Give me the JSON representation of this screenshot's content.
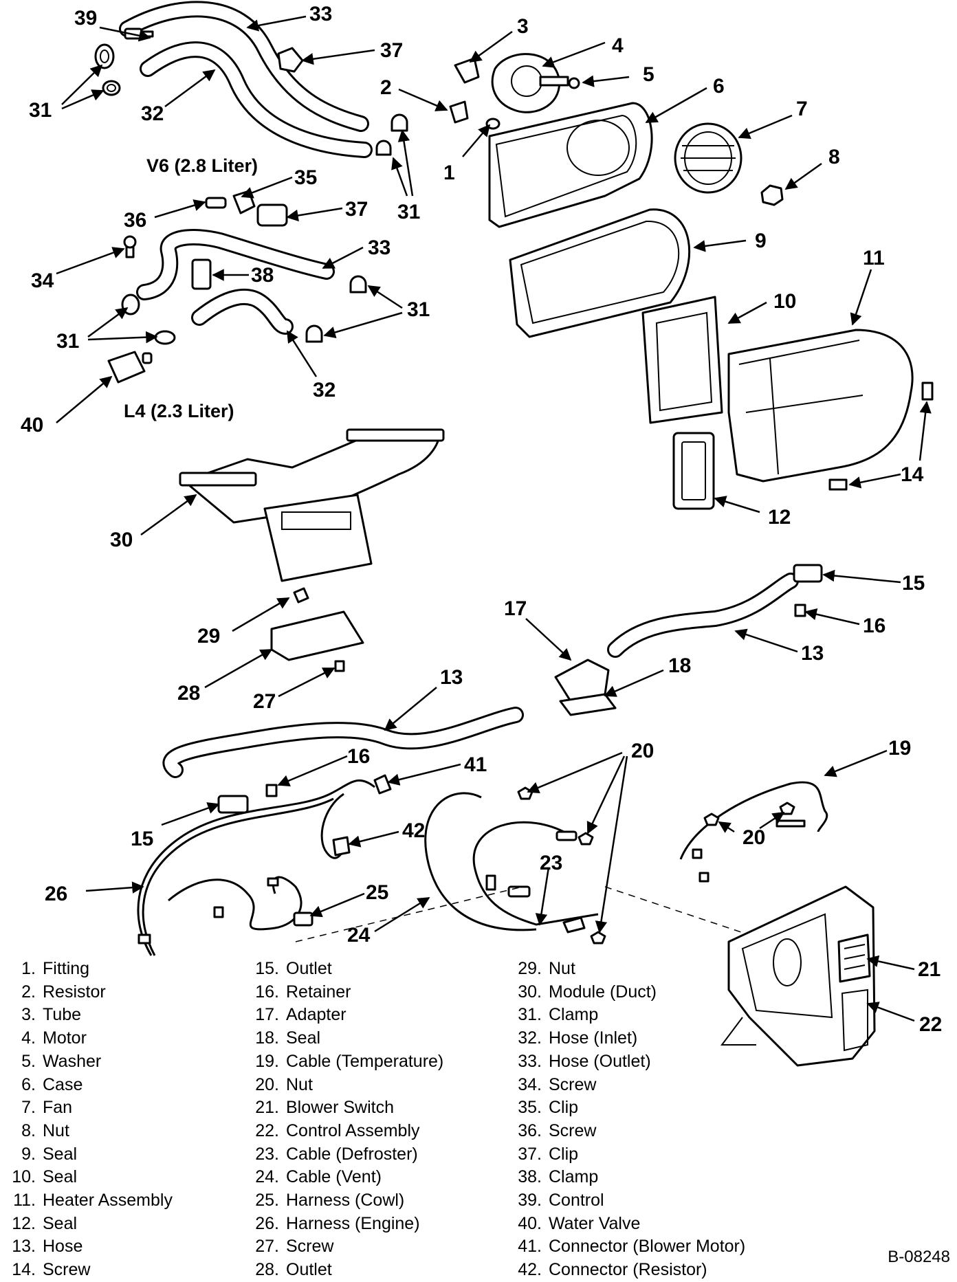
{
  "labels": {
    "engine_v6": "V6 (2.8 Liter)",
    "engine_l4": "L4 (2.3 Liter)",
    "figure_id": "B-08248"
  },
  "callouts": [
    {
      "key": "v6-control",
      "text": "39"
    },
    {
      "key": "v6-hose-outlet",
      "text": "33"
    },
    {
      "key": "v6-clip",
      "text": "37"
    },
    {
      "key": "v6-clamp-left",
      "text": "31"
    },
    {
      "key": "v6-hose-inlet",
      "text": "32"
    },
    {
      "key": "v6-clamp-right",
      "text": "31"
    },
    {
      "key": "l4-clip",
      "text": "35"
    },
    {
      "key": "l4-screw",
      "text": "36"
    },
    {
      "key": "l4-clip2",
      "text": "37"
    },
    {
      "key": "l4-screw2",
      "text": "34"
    },
    {
      "key": "l4-hose-outlet",
      "text": "33"
    },
    {
      "key": "l4-clamp",
      "text": "38"
    },
    {
      "key": "l4-clamp-left",
      "text": "31"
    },
    {
      "key": "l4-clamp-right",
      "text": "31"
    },
    {
      "key": "l4-hose-inlet",
      "text": "32"
    },
    {
      "key": "l4-water-valve",
      "text": "40"
    },
    {
      "key": "tube",
      "text": "3"
    },
    {
      "key": "motor",
      "text": "4"
    },
    {
      "key": "washer",
      "text": "5"
    },
    {
      "key": "resistor",
      "text": "2"
    },
    {
      "key": "case",
      "text": "6"
    },
    {
      "key": "fitting",
      "text": "1"
    },
    {
      "key": "fan",
      "text": "7"
    },
    {
      "key": "nut",
      "text": "8"
    },
    {
      "key": "seal-9",
      "text": "9"
    },
    {
      "key": "heater-assembly",
      "text": "11"
    },
    {
      "key": "seal-10",
      "text": "10"
    },
    {
      "key": "screw-14",
      "text": "14"
    },
    {
      "key": "seal-12",
      "text": "12"
    },
    {
      "key": "module-duct",
      "text": "30"
    },
    {
      "key": "nut-29",
      "text": "29"
    },
    {
      "key": "outlet-28",
      "text": "28"
    },
    {
      "key": "screw-27",
      "text": "27"
    },
    {
      "key": "outlet-15-right",
      "text": "15"
    },
    {
      "key": "retainer-16-right",
      "text": "16"
    },
    {
      "key": "adapter",
      "text": "17"
    },
    {
      "key": "hose-13-right",
      "text": "13"
    },
    {
      "key": "seal-18",
      "text": "18"
    },
    {
      "key": "hose-13-left",
      "text": "13"
    },
    {
      "key": "retainer-16-left",
      "text": "16"
    },
    {
      "key": "connector-blower",
      "text": "41"
    },
    {
      "key": "outlet-15-left",
      "text": "15"
    },
    {
      "key": "connector-resistor",
      "text": "42"
    },
    {
      "key": "harness-engine",
      "text": "26"
    },
    {
      "key": "harness-cowl",
      "text": "25"
    },
    {
      "key": "cable-vent",
      "text": "24"
    },
    {
      "key": "cable-defroster",
      "text": "23"
    },
    {
      "key": "nut-20-a",
      "text": "20"
    },
    {
      "key": "cable-temperature",
      "text": "19"
    },
    {
      "key": "nut-20-b",
      "text": "20"
    },
    {
      "key": "blower-switch",
      "text": "21"
    },
    {
      "key": "control-assembly",
      "text": "22"
    }
  ],
  "legend": [
    [
      {
        "num": "1.",
        "name": "Fitting"
      },
      {
        "num": "2.",
        "name": "Resistor"
      },
      {
        "num": "3.",
        "name": "Tube"
      },
      {
        "num": "4.",
        "name": "Motor"
      },
      {
        "num": "5.",
        "name": "Washer"
      },
      {
        "num": "6.",
        "name": "Case"
      },
      {
        "num": "7.",
        "name": "Fan"
      },
      {
        "num": "8.",
        "name": "Nut"
      },
      {
        "num": "9.",
        "name": "Seal"
      },
      {
        "num": "10.",
        "name": "Seal"
      },
      {
        "num": "11.",
        "name": "Heater Assembly"
      },
      {
        "num": "12.",
        "name": "Seal"
      },
      {
        "num": "13.",
        "name": "Hose"
      },
      {
        "num": "14.",
        "name": "Screw"
      }
    ],
    [
      {
        "num": "15.",
        "name": "Outlet"
      },
      {
        "num": "16.",
        "name": "Retainer"
      },
      {
        "num": "17.",
        "name": "Adapter"
      },
      {
        "num": "18.",
        "name": "Seal"
      },
      {
        "num": "19.",
        "name": "Cable (Temperature)"
      },
      {
        "num": "20.",
        "name": "Nut"
      },
      {
        "num": "21.",
        "name": "Blower Switch"
      },
      {
        "num": "22.",
        "name": "Control Assembly"
      },
      {
        "num": "23.",
        "name": "Cable (Defroster)"
      },
      {
        "num": "24.",
        "name": "Cable (Vent)"
      },
      {
        "num": "25.",
        "name": "Harness (Cowl)"
      },
      {
        "num": "26.",
        "name": "Harness (Engine)"
      },
      {
        "num": "27.",
        "name": "Screw"
      },
      {
        "num": "28.",
        "name": "Outlet"
      }
    ],
    [
      {
        "num": "29.",
        "name": "Nut"
      },
      {
        "num": "30.",
        "name": "Module (Duct)"
      },
      {
        "num": "31.",
        "name": "Clamp"
      },
      {
        "num": "32.",
        "name": "Hose (Inlet)"
      },
      {
        "num": "33.",
        "name": "Hose (Outlet)"
      },
      {
        "num": "34.",
        "name": "Screw"
      },
      {
        "num": "35.",
        "name": "Clip"
      },
      {
        "num": "36.",
        "name": "Screw"
      },
      {
        "num": "37.",
        "name": "Clip"
      },
      {
        "num": "38.",
        "name": "Clamp"
      },
      {
        "num": "39.",
        "name": "Control"
      },
      {
        "num": "40.",
        "name": "Water Valve"
      },
      {
        "num": "41.",
        "name": "Connector (Blower Motor)"
      },
      {
        "num": "42.",
        "name": "Connector (Resistor)"
      }
    ]
  ]
}
